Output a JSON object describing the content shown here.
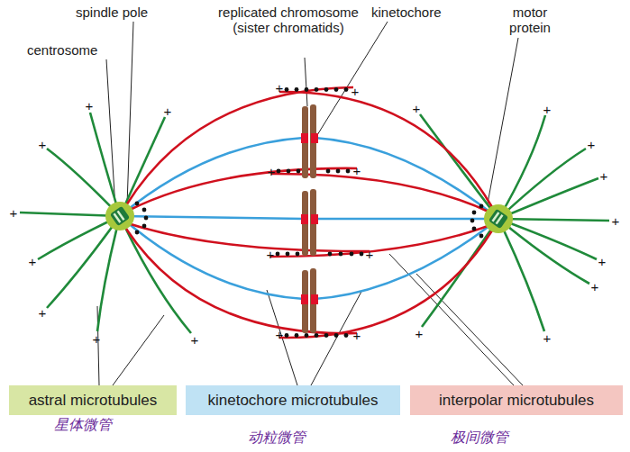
{
  "diagram": {
    "nodes": [
      {
        "text": [
          "astral microtubules"
        ]
      },
      {
        "text": [
          "kinetochore microtubules"
        ]
      },
      {
        "text": [
          "interpolar microtubules"
        ]
      }
    ],
    "labels": [
      "spindle pole",
      "centrosome",
      "replicated chromosome (sister chromatids)",
      "kinetochore",
      "motor protein",
      "+",
      "+",
      "+",
      "+",
      "+",
      "+",
      "+",
      "+",
      "+",
      "+",
      "+",
      "+",
      "+",
      "+",
      "+",
      "+",
      "+",
      "+",
      "+",
      "+",
      "+",
      "+",
      "+",
      "+",
      "+",
      "星体微管",
      "动粒微管",
      "极间微管"
    ]
  }
}
